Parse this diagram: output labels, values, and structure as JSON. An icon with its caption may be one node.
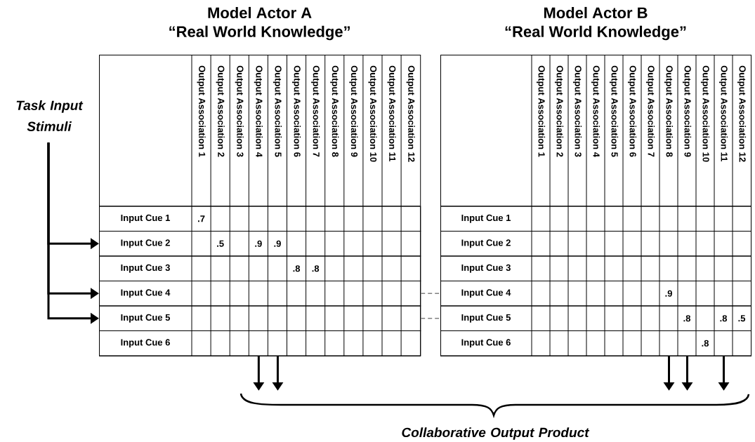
{
  "diagram": {
    "nodes": [
      {
        "text": [
          "Model Actor A",
          "“Real World Knowledge”"
        ]
      },
      {
        "text": [
          "Input Cue 1"
        ],
        "in": 0
      },
      {
        "text": [
          "Input Cue 2"
        ],
        "in": 0
      },
      {
        "text": [
          "Input Cue 3"
        ],
        "in": 0
      },
      {
        "text": [
          "Input Cue 4"
        ],
        "in": 0
      },
      {
        "text": [
          "Input Cue 5"
        ],
        "in": 0
      },
      {
        "text": [
          "Input Cue 6"
        ],
        "in": 0
      },
      {
        "text": [
          "Model Actor B",
          "“Real World Knowledge”"
        ]
      },
      {
        "text": [
          "Input Cue 1"
        ],
        "in": 7
      },
      {
        "text": [
          "Input Cue 2"
        ],
        "in": 7
      },
      {
        "text": [
          "Input Cue 3"
        ],
        "in": 7
      },
      {
        "text": [
          "Input Cue 4"
        ],
        "in": 7
      },
      {
        "text": [
          "Input Cue 5"
        ],
        "in": 7
      },
      {
        "text": [
          "Input Cue 6"
        ],
        "in": 7
      },
      {
        "text": [
          "Task Input Stimuli"
        ]
      },
      {
        "text": [
          "Collaborative Output Product"
        ]
      }
    ],
    "edges": [
      {
        "from": 14,
        "to": 2,
        "arrow": "to"
      },
      {
        "from": 14,
        "to": 4,
        "arrow": "to"
      },
      {
        "from": 14,
        "to": 5,
        "arrow": "to"
      },
      {
        "from": 4,
        "to": 11,
        "arrow": "none",
        "style": "dashed",
        "color": "#808080"
      },
      {
        "from": 5,
        "to": 12,
        "arrow": "none",
        "style": "dashed",
        "color": "#808080"
      },
      {
        "from": 6,
        "to": 15,
        "arrow": "to"
      },
      {
        "from": 6,
        "to": 15,
        "arrow": "to"
      },
      {
        "from": 13,
        "to": 15,
        "arrow": "to"
      },
      {
        "from": 13,
        "to": 15,
        "arrow": "to"
      },
      {
        "from": 13,
        "to": 15,
        "arrow": "to"
      }
    ],
    "labels": [
      "Output Association 1",
      "Output Association 2",
      "Output Association 3",
      "Output Association 4",
      "Output Association 5",
      "Output Association 6",
      "Output Association 7",
      "Output Association 8",
      "Output Association 9",
      "Output Association 10",
      "Output Association 11",
      "Output Association 12",
      ".7",
      ".5",
      ".9",
      ".9",
      ".8",
      ".8",
      "Output Association 1",
      "Output Association 2",
      "Output Association 3",
      "Output Association 4",
      "Output Association 5",
      "Output Association 6",
      "Output Association 7",
      "Output Association 8",
      "Output Association 9",
      "Output Association 10",
      "Output Association 11",
      "Output Association 12",
      ".9",
      ".8",
      ".8",
      ".5",
      ".8"
    ]
  }
}
